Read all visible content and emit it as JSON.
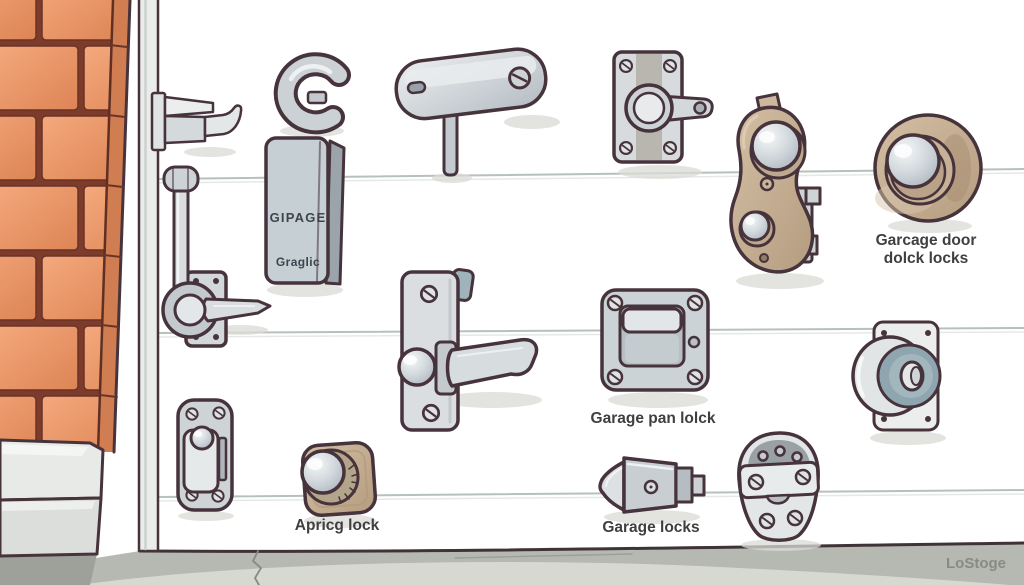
{
  "scene": {
    "embossed_label": {
      "line1": "GIPAGE",
      "line2": "Graglic"
    },
    "captions": {
      "garage_door_locks": {
        "line1": "Garcage door",
        "line2": "dolck locks"
      },
      "garage_pan_lock": "Garage pan lolck",
      "apricg_lock": "Apricg lock",
      "garage_locks": "Garage locks"
    },
    "watermark": "LoStoge",
    "colors": {
      "brick": "#e8926b",
      "mortar": "#7d3c2b",
      "outline": "#47333b",
      "metal": "#c9ced4",
      "metal_light": "#e8ebec",
      "tan": "#c6b096",
      "accent_blue_gray": "#8fa6b0",
      "floor": "#b6b9b2",
      "door_line": "#b7c1bc",
      "caption_text": "#3f3f3f",
      "watermark_text": "#878b84"
    }
  }
}
